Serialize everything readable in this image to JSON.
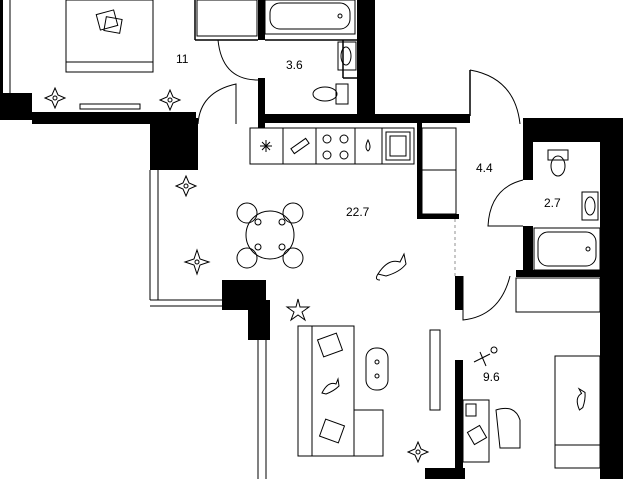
{
  "rooms": [
    {
      "id": "bedroom-1",
      "area": "11"
    },
    {
      "id": "bathroom-1",
      "area": "3.6"
    },
    {
      "id": "living-kitchen",
      "area": "22.7"
    },
    {
      "id": "hallway",
      "area": "4.4"
    },
    {
      "id": "bathroom-2",
      "area": "2.7"
    },
    {
      "id": "bedroom-2",
      "area": "9.6"
    }
  ],
  "colors": {
    "wall": "#000000",
    "line": "#000000",
    "background": "#ffffff",
    "partition": "#777777"
  },
  "icons": [
    "bed-icon",
    "pillow-icon",
    "plant-icon",
    "bathtub-icon",
    "sink-icon",
    "toilet-icon",
    "fridge-icon",
    "dishwasher-icon",
    "stove-icon",
    "kitchen-sink-icon",
    "dining-table-icon",
    "chair-icon",
    "sofa-icon",
    "cushion-icon",
    "coffee-table-icon",
    "tv-icon",
    "cat-icon",
    "wardrobe-icon",
    "desk-icon",
    "office-chair-icon",
    "toy-icon"
  ]
}
